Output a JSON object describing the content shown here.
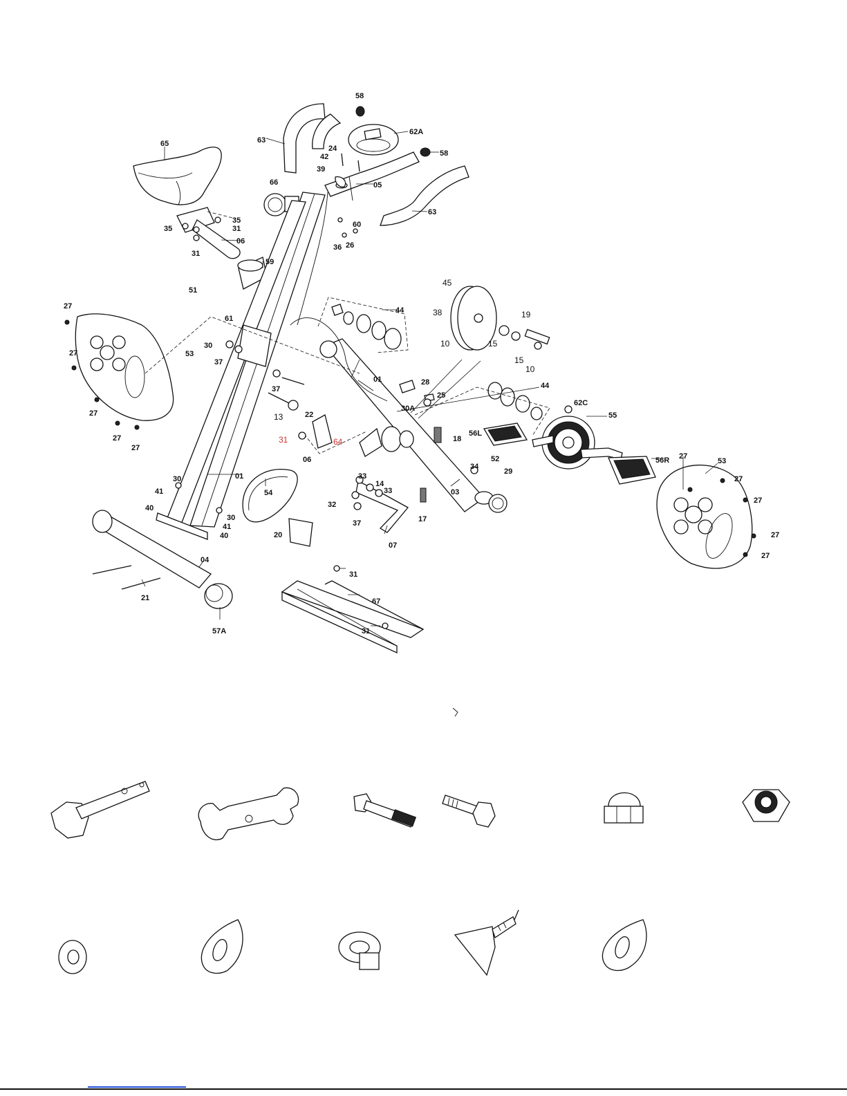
{
  "labels": [
    {
      "key": "58a",
      "text": "58"
    },
    {
      "key": "63a",
      "text": "63"
    },
    {
      "key": "62A",
      "text": "62A"
    },
    {
      "key": "58b",
      "text": "58"
    },
    {
      "key": "65",
      "text": "65"
    },
    {
      "key": "24",
      "text": "24"
    },
    {
      "key": "42",
      "text": "42"
    },
    {
      "key": "39",
      "text": "39"
    },
    {
      "key": "05",
      "text": "05"
    },
    {
      "key": "66",
      "text": "66"
    },
    {
      "key": "63b",
      "text": "63"
    },
    {
      "key": "35a",
      "text": "35"
    },
    {
      "key": "35b",
      "text": "35"
    },
    {
      "key": "31a",
      "text": "31"
    },
    {
      "key": "60",
      "text": "60"
    },
    {
      "key": "06a",
      "text": "06"
    },
    {
      "key": "31b",
      "text": "31"
    },
    {
      "key": "36",
      "text": "36"
    },
    {
      "key": "26",
      "text": "26"
    },
    {
      "key": "59",
      "text": "59"
    },
    {
      "key": "45",
      "text": "45"
    },
    {
      "key": "51",
      "text": "51"
    },
    {
      "key": "38",
      "text": "38"
    },
    {
      "key": "19",
      "text": "19"
    },
    {
      "key": "27a",
      "text": "27"
    },
    {
      "key": "44a",
      "text": "44"
    },
    {
      "key": "61",
      "text": "61"
    },
    {
      "key": "10a",
      "text": "10"
    },
    {
      "key": "15a",
      "text": "15"
    },
    {
      "key": "30a",
      "text": "30"
    },
    {
      "key": "15b",
      "text": "15"
    },
    {
      "key": "27b",
      "text": "27"
    },
    {
      "key": "53a",
      "text": "53"
    },
    {
      "key": "10b",
      "text": "10"
    },
    {
      "key": "37a",
      "text": "37"
    },
    {
      "key": "01a",
      "text": "01"
    },
    {
      "key": "28",
      "text": "28"
    },
    {
      "key": "37b",
      "text": "37"
    },
    {
      "key": "25",
      "text": "25"
    },
    {
      "key": "44b",
      "text": "44"
    },
    {
      "key": "22",
      "text": "22"
    },
    {
      "key": "13",
      "text": "13"
    },
    {
      "key": "30A",
      "text": "30A"
    },
    {
      "key": "62C",
      "text": "62C"
    },
    {
      "key": "27c",
      "text": "27"
    },
    {
      "key": "55",
      "text": "55"
    },
    {
      "key": "56L",
      "text": "56L"
    },
    {
      "key": "18",
      "text": "18"
    },
    {
      "key": "27d",
      "text": "27"
    },
    {
      "key": "31c",
      "text": "31"
    },
    {
      "key": "64",
      "text": "64"
    },
    {
      "key": "27e",
      "text": "27"
    },
    {
      "key": "06b",
      "text": "06"
    },
    {
      "key": "27f",
      "text": "27"
    },
    {
      "key": "53b",
      "text": "53"
    },
    {
      "key": "56R",
      "text": "56R"
    },
    {
      "key": "52",
      "text": "52"
    },
    {
      "key": "34",
      "text": "34"
    },
    {
      "key": "29",
      "text": "29"
    },
    {
      "key": "30b",
      "text": "30"
    },
    {
      "key": "27g",
      "text": "27"
    },
    {
      "key": "01b",
      "text": "01"
    },
    {
      "key": "41a",
      "text": "41"
    },
    {
      "key": "54",
      "text": "54"
    },
    {
      "key": "33a",
      "text": "33"
    },
    {
      "key": "14",
      "text": "14"
    },
    {
      "key": "40a",
      "text": "40"
    },
    {
      "key": "33b",
      "text": "33"
    },
    {
      "key": "03",
      "text": "03"
    },
    {
      "key": "27h",
      "text": "27"
    },
    {
      "key": "32",
      "text": "32"
    },
    {
      "key": "30c",
      "text": "30"
    },
    {
      "key": "41b",
      "text": "41"
    },
    {
      "key": "40b",
      "text": "40"
    },
    {
      "key": "37c",
      "text": "37"
    },
    {
      "key": "17",
      "text": "17"
    },
    {
      "key": "20",
      "text": "20"
    },
    {
      "key": "07",
      "text": "07"
    },
    {
      "key": "27i",
      "text": "27"
    },
    {
      "key": "27j",
      "text": "27"
    },
    {
      "key": "04",
      "text": "04"
    },
    {
      "key": "31d",
      "text": "31"
    },
    {
      "key": "21",
      "text": "21"
    },
    {
      "key": "67",
      "text": "67"
    },
    {
      "key": "57A",
      "text": "57A"
    },
    {
      "key": "31e",
      "text": "31"
    }
  ]
}
